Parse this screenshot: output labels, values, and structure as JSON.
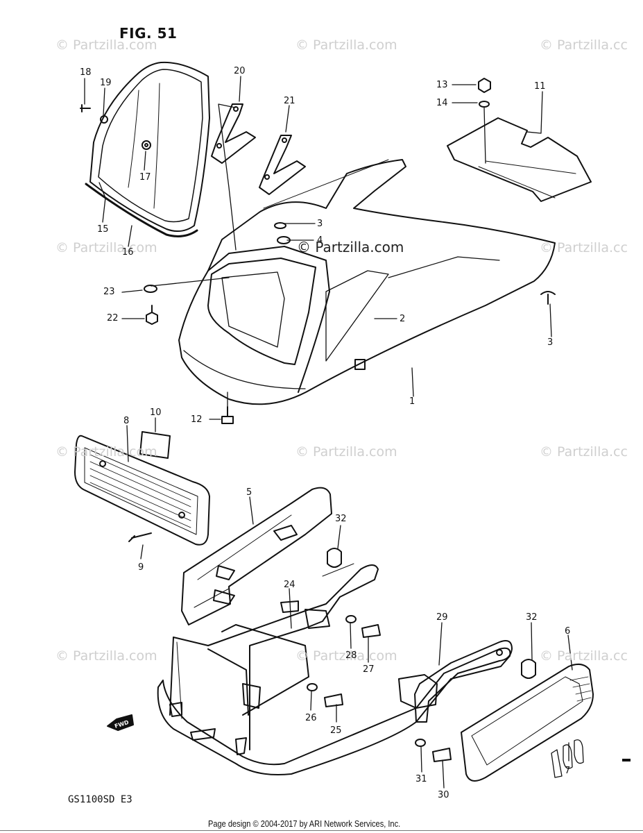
{
  "figure": {
    "title": "FIG. 51",
    "model": "GS1100SD E3",
    "footer": "Page design © 2004-2017 by ARI Network Services, Inc.",
    "fwd_label": "FWD"
  },
  "watermark": {
    "text": "© Partzilla.com",
    "text_cut": "© Partzilla.cc",
    "center_text": "© Partzilla.com"
  },
  "callouts": [
    {
      "id": "c1",
      "label": "1"
    },
    {
      "id": "c2",
      "label": "2"
    },
    {
      "id": "c3a",
      "label": "3"
    },
    {
      "id": "c3b",
      "label": "3"
    },
    {
      "id": "c4",
      "label": "4"
    },
    {
      "id": "c5",
      "label": "5"
    },
    {
      "id": "c6",
      "label": "6"
    },
    {
      "id": "c7",
      "label": "7"
    },
    {
      "id": "c8",
      "label": "8"
    },
    {
      "id": "c9",
      "label": "9"
    },
    {
      "id": "c10",
      "label": "10"
    },
    {
      "id": "c11",
      "label": "11"
    },
    {
      "id": "c12",
      "label": "12"
    },
    {
      "id": "c13",
      "label": "13"
    },
    {
      "id": "c14",
      "label": "14"
    },
    {
      "id": "c15",
      "label": "15"
    },
    {
      "id": "c16",
      "label": "16"
    },
    {
      "id": "c17",
      "label": "17"
    },
    {
      "id": "c18",
      "label": "18"
    },
    {
      "id": "c19",
      "label": "19"
    },
    {
      "id": "c20",
      "label": "20"
    },
    {
      "id": "c21",
      "label": "21"
    },
    {
      "id": "c22",
      "label": "22"
    },
    {
      "id": "c23",
      "label": "23"
    },
    {
      "id": "c24",
      "label": "24"
    },
    {
      "id": "c25",
      "label": "25"
    },
    {
      "id": "c26",
      "label": "26"
    },
    {
      "id": "c27",
      "label": "27"
    },
    {
      "id": "c28",
      "label": "28"
    },
    {
      "id": "c29",
      "label": "29"
    },
    {
      "id": "c30",
      "label": "30"
    },
    {
      "id": "c31",
      "label": "31"
    },
    {
      "id": "c32a",
      "label": "32"
    },
    {
      "id": "c32b",
      "label": "32"
    }
  ]
}
